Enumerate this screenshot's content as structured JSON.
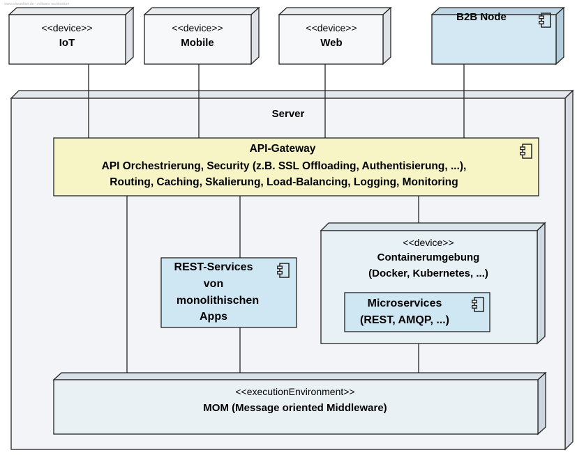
{
  "watermark": "www.edwardtarr.de - software architecture",
  "colors": {
    "device_fill": "#f7f8fa",
    "node_fill": "#d3e8f3",
    "server_fill": "#f2f4f7",
    "gateway_fill": "#f7f5c6",
    "component_fill": "#cfe6f3",
    "container_fill": "#e8f1f5",
    "mom_fill": "#eaf1f5",
    "line": "#222222"
  },
  "devices": [
    {
      "stereotype": "<<device>>",
      "name": "IoT"
    },
    {
      "stereotype": "<<device>>",
      "name": "Mobile"
    },
    {
      "stereotype": "<<device>>",
      "name": "Web"
    }
  ],
  "b2b_node": {
    "name": "B2B Node",
    "icon": "component-icon"
  },
  "server": {
    "name": "Server"
  },
  "gateway": {
    "title": "API-Gateway",
    "line1": "API Orchestrierung, Security (z.B. SSL Offloading, Authentisierung, ...),",
    "line2": "Routing, Caching, Skalierung, Load-Balancing, Logging, Monitoring",
    "icon": "component-icon"
  },
  "rest_services": {
    "lines": [
      "REST-Services",
      "von",
      "monolithischen",
      "Apps"
    ],
    "icon": "component-icon"
  },
  "container": {
    "stereotype": "<<device>>",
    "name": "Containerumgebung",
    "detail": "(Docker, Kubernetes, ...)"
  },
  "microservices": {
    "name": "Microservices",
    "detail": "(REST, AMQP, ...)",
    "icon": "component-icon"
  },
  "mom": {
    "stereotype": "<<executionEnvironment>>",
    "name": "MOM (Message oriented Middleware)"
  }
}
